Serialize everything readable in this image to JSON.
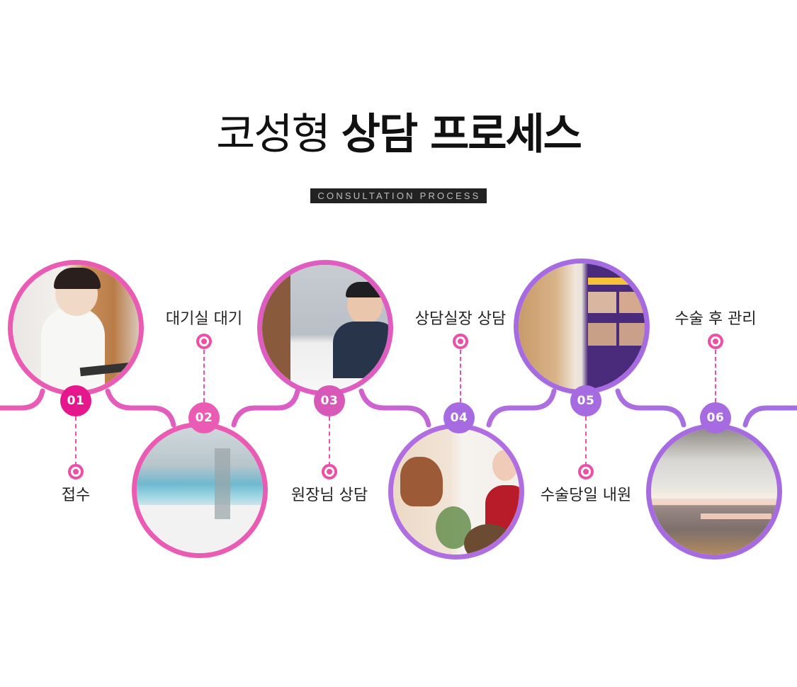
{
  "header": {
    "title_light": "코성형",
    "title_bold": "상담 프로세스",
    "subtitle": "CONSULTATION PROCESS"
  },
  "colors": {
    "pink": "#ea5cb4",
    "magenta": "#e6168c",
    "purple": "#a36fe0",
    "dot": "#ee4fa6",
    "subtitle_bg": "#222222"
  },
  "steps": [
    {
      "number": "01",
      "label": "접수",
      "photo": "receptionist-writing",
      "position": "top"
    },
    {
      "number": "02",
      "label": "대기실 대기",
      "photo": "waiting-lounge",
      "position": "bottom"
    },
    {
      "number": "03",
      "label": "원장님 상담",
      "photo": "doctor-consultation",
      "position": "top"
    },
    {
      "number": "04",
      "label": "상담실장 상담",
      "photo": "counselor-consultation",
      "position": "bottom"
    },
    {
      "number": "05",
      "label": "수술당일 내원",
      "photo": "clinic-entrance",
      "position": "top"
    },
    {
      "number": "06",
      "label": "수술 후 관리",
      "photo": "recovery-room",
      "position": "bottom"
    }
  ]
}
